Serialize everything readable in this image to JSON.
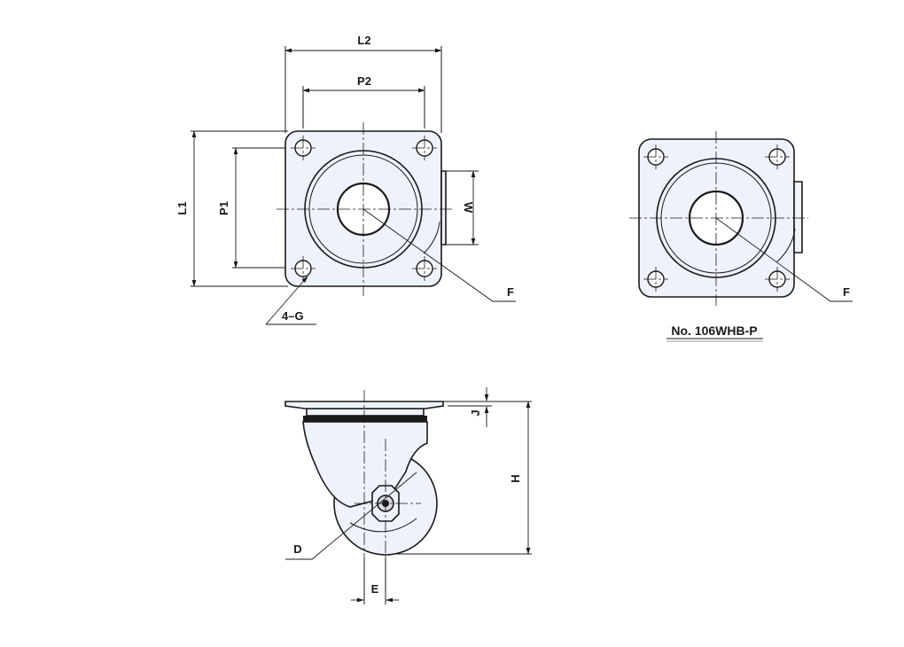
{
  "labels": {
    "L2": "L2",
    "P2": "P2",
    "L1": "L1",
    "P1": "P1",
    "W": "W",
    "F": "F",
    "G": "4–G",
    "J": "J",
    "H": "H",
    "D": "D",
    "E": "E"
  },
  "caption": "No. 106WHB-P"
}
